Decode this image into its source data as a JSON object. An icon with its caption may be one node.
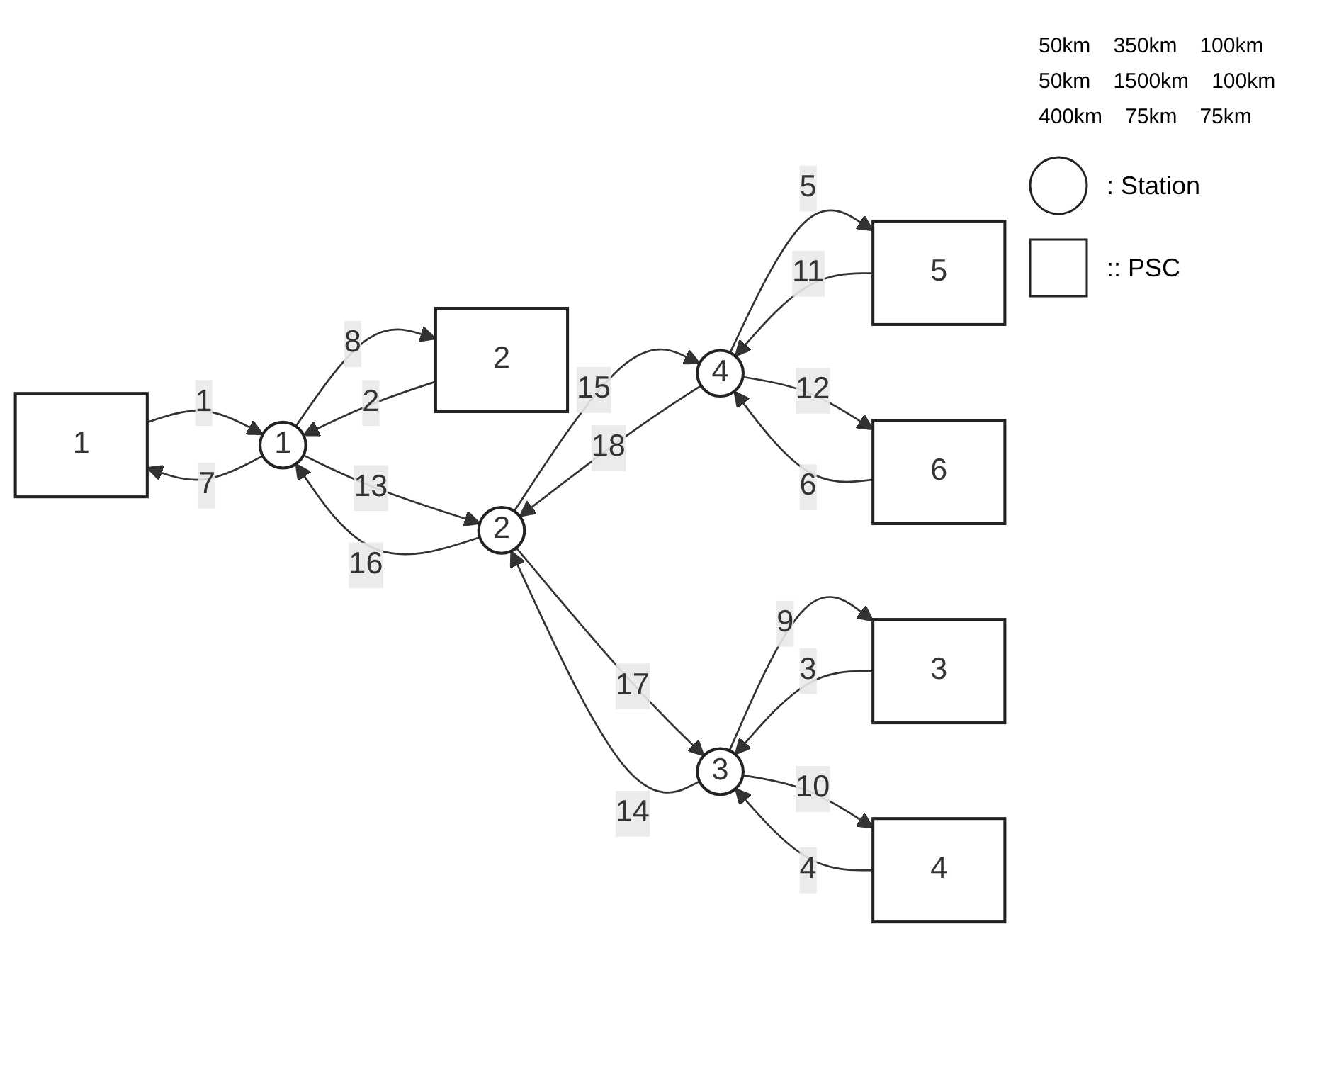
{
  "diagram": {
    "nodes": [
      {
        "text": [
          "1"
        ]
      },
      {
        "text": [
          "2"
        ]
      },
      {
        "text": [
          "1"
        ]
      },
      {
        "text": [
          "5"
        ]
      },
      {
        "text": [
          "2"
        ]
      },
      {
        "text": [
          "4"
        ]
      },
      {
        "text": [
          "3"
        ]
      },
      {
        "text": [
          "3"
        ]
      },
      {
        "text": [
          "6"
        ]
      },
      {
        "text": [
          "4"
        ]
      }
    ],
    "edges": [
      {
        "from": 0,
        "to": 2,
        "arrow": "to",
        "label": "1"
      },
      {
        "from": 1,
        "to": 2,
        "arrow": "to",
        "label": "2"
      },
      {
        "from": 6,
        "to": 7,
        "arrow": "to",
        "label": "3"
      },
      {
        "from": 9,
        "to": 7,
        "arrow": "to",
        "label": "4"
      },
      {
        "from": 5,
        "to": 3,
        "arrow": "to",
        "label": "5"
      },
      {
        "from": 8,
        "to": 5,
        "arrow": "to",
        "label": "6"
      },
      {
        "from": 2,
        "to": 0,
        "arrow": "to",
        "label": "7"
      },
      {
        "from": 2,
        "to": 1,
        "arrow": "to",
        "label": "8"
      },
      {
        "from": 7,
        "to": 6,
        "arrow": "to",
        "label": "9"
      },
      {
        "from": 7,
        "to": 9,
        "arrow": "to",
        "label": "10"
      },
      {
        "from": 3,
        "to": 5,
        "arrow": "to",
        "label": "11"
      },
      {
        "from": 5,
        "to": 8,
        "arrow": "to",
        "label": "12"
      },
      {
        "from": 2,
        "to": 4,
        "arrow": "to",
        "label": "13"
      },
      {
        "from": 7,
        "to": 4,
        "arrow": "to",
        "label": "14"
      },
      {
        "from": 4,
        "to": 5,
        "arrow": "to",
        "label": "15"
      },
      {
        "from": 4,
        "to": 2,
        "arrow": "to",
        "label": "16"
      },
      {
        "from": 4,
        "to": 7,
        "arrow": "to",
        "label": "17"
      },
      {
        "from": 5,
        "to": 4,
        "arrow": "to",
        "label": "18"
      }
    ],
    "labels": [
      "50km",
      "350km",
      "100km",
      "50km",
      "1500km",
      "100km",
      "400km",
      "75km",
      "75km"
    ],
    "legend": [
      {
        "text": ": Station"
      },
      {
        "text": ":: PSC"
      }
    ]
  }
}
